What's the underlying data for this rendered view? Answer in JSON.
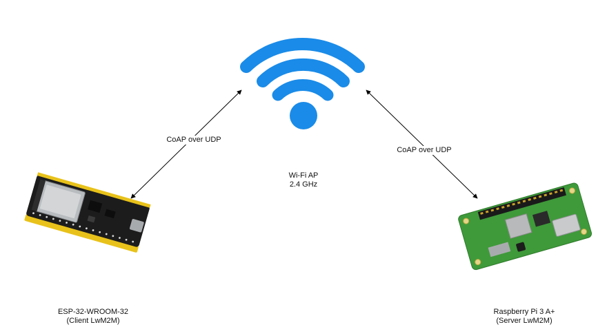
{
  "colors": {
    "wifi": "#1a8be8",
    "arrow": "#000000",
    "esp_board": "#1c1c1c",
    "esp_pins": "#e8c21a",
    "rpi_board": "#3f9a3a",
    "rpi_header": "#c9a226"
  },
  "icons": {
    "access_point": "wifi-icon",
    "esp_device": "esp32-board-icon",
    "rpi_device": "raspberry-pi-board-icon"
  },
  "access_point": {
    "name": "Wi-Fi AP",
    "band": "2.4 GHz"
  },
  "links": [
    {
      "label": "CoAP over UDP"
    },
    {
      "label": "CoAP over UDP"
    }
  ],
  "devices": {
    "client": {
      "name": "ESP-32-WROOM-32",
      "role": "(Client LwM2M)"
    },
    "server": {
      "name": "Raspberry Pi 3 A+",
      "role": "(Server LwM2M)"
    }
  }
}
